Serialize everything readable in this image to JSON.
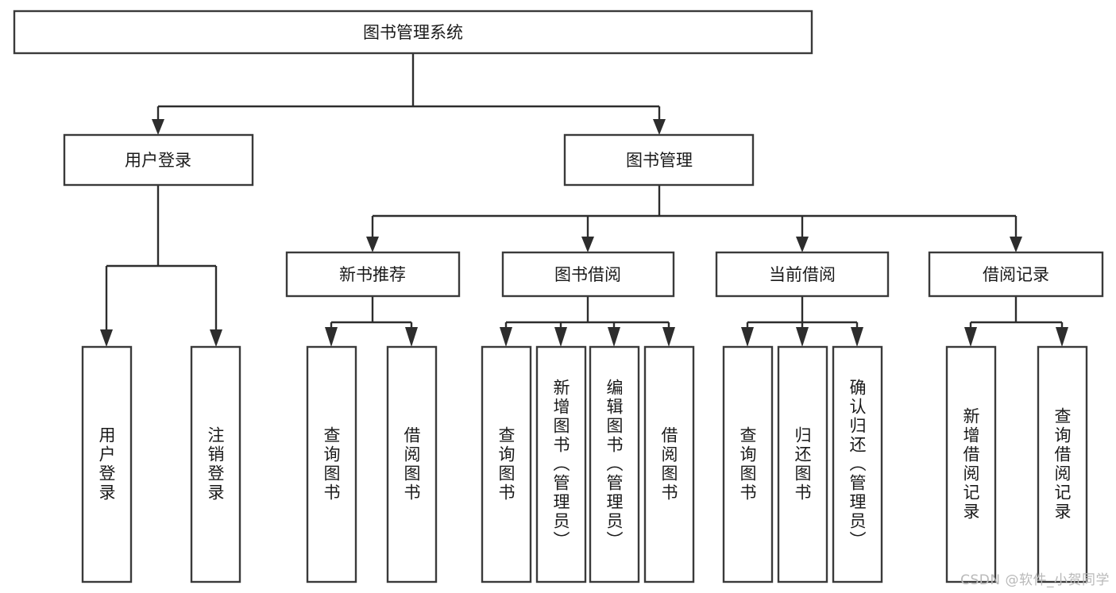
{
  "diagram": {
    "type": "hierarchy-tree",
    "title": "图书管理系统",
    "orientation": "top-down",
    "colors": {
      "box_stroke": "#3a3a3a",
      "box_fill": "#ffffff",
      "connector": "#2d2d2d",
      "text": "#1a1a1a",
      "watermark": "#b9b9b9",
      "background": "#ffffff"
    },
    "levels": [
      {
        "level": 1,
        "nodes": [
          {
            "id": "root",
            "label": "图书管理系统",
            "orientation": "horizontal"
          }
        ]
      },
      {
        "level": 2,
        "nodes": [
          {
            "id": "user-login",
            "label": "用户登录",
            "orientation": "horizontal",
            "parent": "root"
          },
          {
            "id": "book-manage",
            "label": "图书管理",
            "orientation": "horizontal",
            "parent": "root"
          }
        ]
      },
      {
        "level": 3,
        "nodes": [
          {
            "id": "new-book-rec",
            "label": "新书推荐",
            "orientation": "horizontal",
            "parent": "book-manage"
          },
          {
            "id": "book-borrow",
            "label": "图书借阅",
            "orientation": "horizontal",
            "parent": "book-manage"
          },
          {
            "id": "current-borrow",
            "label": "当前借阅",
            "orientation": "horizontal",
            "parent": "book-manage"
          },
          {
            "id": "borrow-record",
            "label": "借阅记录",
            "orientation": "horizontal",
            "parent": "book-manage"
          }
        ]
      },
      {
        "level": 4,
        "nodes": [
          {
            "id": "leaf-user-login",
            "label": "用户登录",
            "orientation": "vertical",
            "parent": "user-login"
          },
          {
            "id": "leaf-logout",
            "label": "注销登录",
            "orientation": "vertical",
            "parent": "user-login"
          },
          {
            "id": "leaf-query-book-1",
            "label": "查询图书",
            "orientation": "vertical",
            "parent": "new-book-rec"
          },
          {
            "id": "leaf-borrow-book-1",
            "label": "借阅图书",
            "orientation": "vertical",
            "parent": "new-book-rec"
          },
          {
            "id": "leaf-query-book-2",
            "label": "查询图书",
            "orientation": "vertical",
            "parent": "book-borrow"
          },
          {
            "id": "leaf-add-book",
            "label": "新增图书（管理员）",
            "orientation": "vertical",
            "parent": "book-borrow"
          },
          {
            "id": "leaf-edit-book",
            "label": "编辑图书（管理员）",
            "orientation": "vertical",
            "parent": "book-borrow"
          },
          {
            "id": "leaf-borrow-book-2",
            "label": "借阅图书",
            "orientation": "vertical",
            "parent": "book-borrow"
          },
          {
            "id": "leaf-query-book-3",
            "label": "查询图书",
            "orientation": "vertical",
            "parent": "current-borrow"
          },
          {
            "id": "leaf-return-book",
            "label": "归还图书",
            "orientation": "vertical",
            "parent": "current-borrow"
          },
          {
            "id": "leaf-confirm-return",
            "label": "确认归还（管理员）",
            "orientation": "vertical",
            "parent": "current-borrow"
          },
          {
            "id": "leaf-add-record",
            "label": "新增借阅记录",
            "orientation": "vertical",
            "parent": "borrow-record"
          },
          {
            "id": "leaf-query-record",
            "label": "查询借阅记录",
            "orientation": "vertical",
            "parent": "borrow-record"
          }
        ]
      }
    ]
  },
  "watermark": {
    "text": "CSDN @软件_小贺同学"
  }
}
